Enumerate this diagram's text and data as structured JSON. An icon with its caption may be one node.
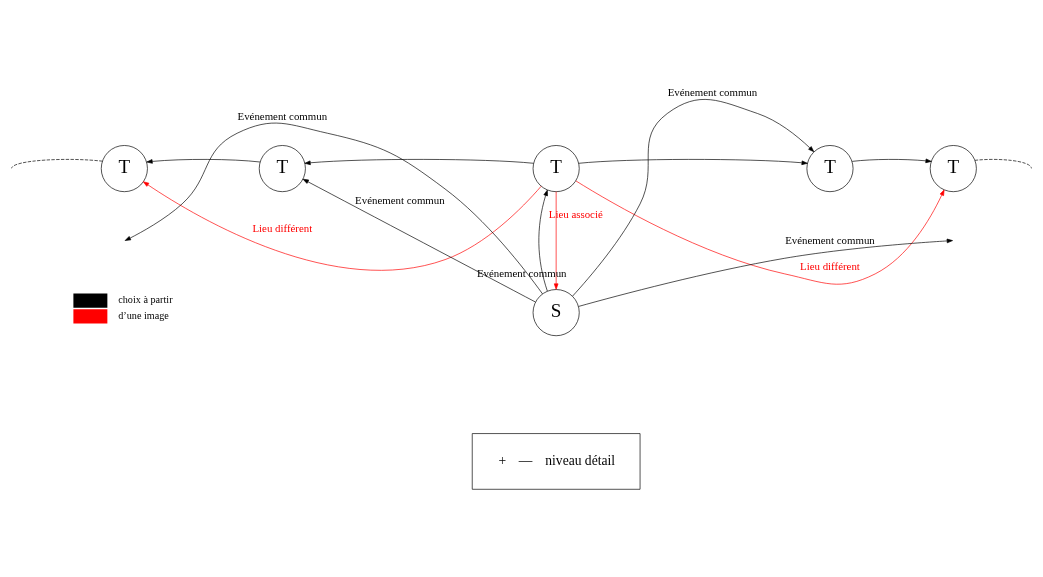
{
  "diagram": {
    "nodes": [
      {
        "text": [
          "T"
        ]
      },
      {
        "text": [
          "T"
        ]
      },
      {
        "text": [
          "T"
        ]
      },
      {
        "text": [
          "T"
        ]
      },
      {
        "text": [
          "T"
        ]
      },
      {
        "text": [
          "S"
        ]
      },
      {
        "text": [
          "+",
          "—",
          "niveau détail"
        ]
      }
    ],
    "edges": [
      {
        "from": 0,
        "to": null,
        "arrow": "none",
        "style": "dashed"
      },
      {
        "from": 1,
        "to": 0,
        "arrow": "to"
      },
      {
        "from": 2,
        "to": 1,
        "arrow": "to"
      },
      {
        "from": 2,
        "to": 3,
        "arrow": "to"
      },
      {
        "from": 3,
        "to": 4,
        "arrow": "to"
      },
      {
        "from": 4,
        "to": null,
        "arrow": "none",
        "style": "dashed"
      },
      {
        "from": 2,
        "to": 0,
        "arrow": "to",
        "label": "Lieu différent",
        "color": "#ff0000"
      },
      {
        "from": 2,
        "to": 4,
        "arrow": "to",
        "label": "Lieu différent",
        "color": "#ff0000"
      },
      {
        "from": 2,
        "to": 5,
        "arrow": "to",
        "label": "Lieu associé",
        "color": "#ff0000"
      },
      {
        "from": 5,
        "to": 2,
        "arrow": "to",
        "label": "Evénement commun"
      },
      {
        "from": 5,
        "to": 1,
        "arrow": "to",
        "label": "Evénement commun"
      },
      {
        "from": 5,
        "to": 3,
        "arrow": "to",
        "label": "Evénement commun"
      },
      {
        "from": 5,
        "to": null,
        "arrow": "to",
        "label": "Evénement commun"
      },
      {
        "from": 5,
        "to": null,
        "arrow": "to",
        "label": "Evénement commun"
      }
    ],
    "legend": [
      {
        "text": "choix à partir",
        "color": "#000000"
      },
      {
        "text": "d’une image",
        "color": "#ff0000"
      }
    ]
  }
}
